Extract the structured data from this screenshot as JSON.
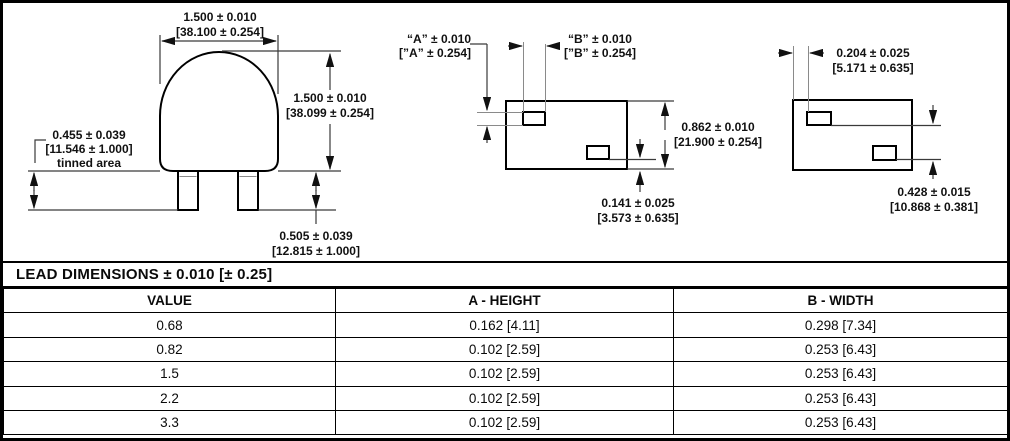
{
  "front": {
    "width_in": "1.500 ± 0.010",
    "width_mm": "[38.100 ± 0.254]",
    "height_in": "1.500 ± 0.010",
    "height_mm": "[38.099 ± 0.254]",
    "tinned_in": "0.455 ± 0.039",
    "tinned_mm": "[11.546 ± 1.000]",
    "tinned_label": "tinned area",
    "lead_in": "0.505 ± 0.039",
    "lead_mm": "[12.815 ± 1.000]"
  },
  "middle": {
    "a_in": "“A” ± 0.010",
    "a_mm": "[”A” ± 0.254]",
    "b_in": "“B” ± 0.010",
    "b_mm": "[”B” ± 0.254]",
    "body_in": "0.862 ± 0.010",
    "body_mm": "[21.900 ± 0.254]",
    "offset_in": "0.141 ± 0.025",
    "offset_mm": "[3.573 ± 0.635]"
  },
  "right": {
    "edge_in": "0.204 ± 0.025",
    "edge_mm": "[5.171 ± 0.635]",
    "span_in": "0.428 ± 0.015",
    "span_mm": "[10.868 ± 0.381]"
  },
  "table": {
    "title": "LEAD DIMENSIONS ± 0.010 [± 0.25]",
    "headers": [
      "VALUE",
      "A - HEIGHT",
      "B - WIDTH"
    ],
    "rows": [
      [
        "0.68",
        "0.162 [4.11]",
        "0.298 [7.34]"
      ],
      [
        "0.82",
        "0.102 [2.59]",
        "0.253 [6.43]"
      ],
      [
        "1.5",
        "0.102 [2.59]",
        "0.253 [6.43]"
      ],
      [
        "2.2",
        "0.102 [2.59]",
        "0.253 [6.43]"
      ],
      [
        "3.3",
        "0.102 [2.59]",
        "0.253 [6.43]"
      ]
    ]
  }
}
